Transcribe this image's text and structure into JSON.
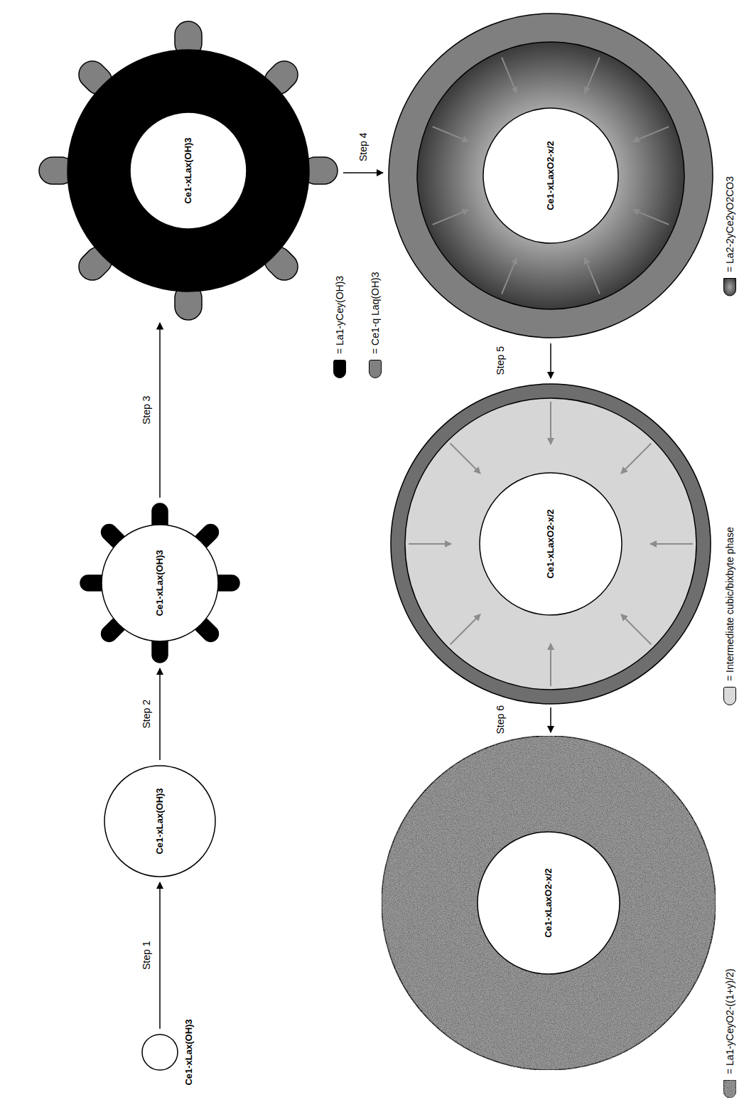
{
  "diagram": {
    "nodes": [
      {
        "text": [
          "Ce1-xLax(OH)3"
        ]
      },
      {
        "text": [
          "Ce1-xLax(OH)3"
        ]
      },
      {
        "text": [
          "Ce1-xLax(OH)3"
        ]
      },
      {
        "text": [
          "Ce1-xLax(OH)3"
        ]
      },
      {
        "text": [
          "Ce1-xLaxO2-x/2"
        ]
      },
      {
        "text": [
          "Ce1-xLaxO2-x/2"
        ]
      },
      {
        "text": [
          "Ce1-xLaxO2-x/2"
        ]
      }
    ],
    "edges": [
      {
        "from": 0,
        "to": 1,
        "label": "Step 1",
        "arrow": "to"
      },
      {
        "from": 1,
        "to": 2,
        "label": "Step 2",
        "arrow": "to"
      },
      {
        "from": 2,
        "to": 3,
        "label": "Step 3",
        "arrow": "to"
      },
      {
        "from": 3,
        "to": 4,
        "label": "Step 4",
        "arrow": "to"
      },
      {
        "from": 4,
        "to": 5,
        "label": "Step 5",
        "arrow": "to"
      },
      {
        "from": 5,
        "to": 6,
        "label": "Step 6",
        "arrow": "to"
      }
    ],
    "legend": [
      {
        "text": "= La1-yCey(OH)3",
        "color": "#000000"
      },
      {
        "text": "= Ce1-q Laq(OH)3",
        "color": "#808080"
      },
      {
        "text": "= La1-yCeyO2-((1+y)/2)"
      },
      {
        "text": "= Intermediate cubic/bixbyte phase",
        "color": "#d9d9d9"
      },
      {
        "text": "= La2-2yCe2yO2CO3"
      }
    ]
  }
}
